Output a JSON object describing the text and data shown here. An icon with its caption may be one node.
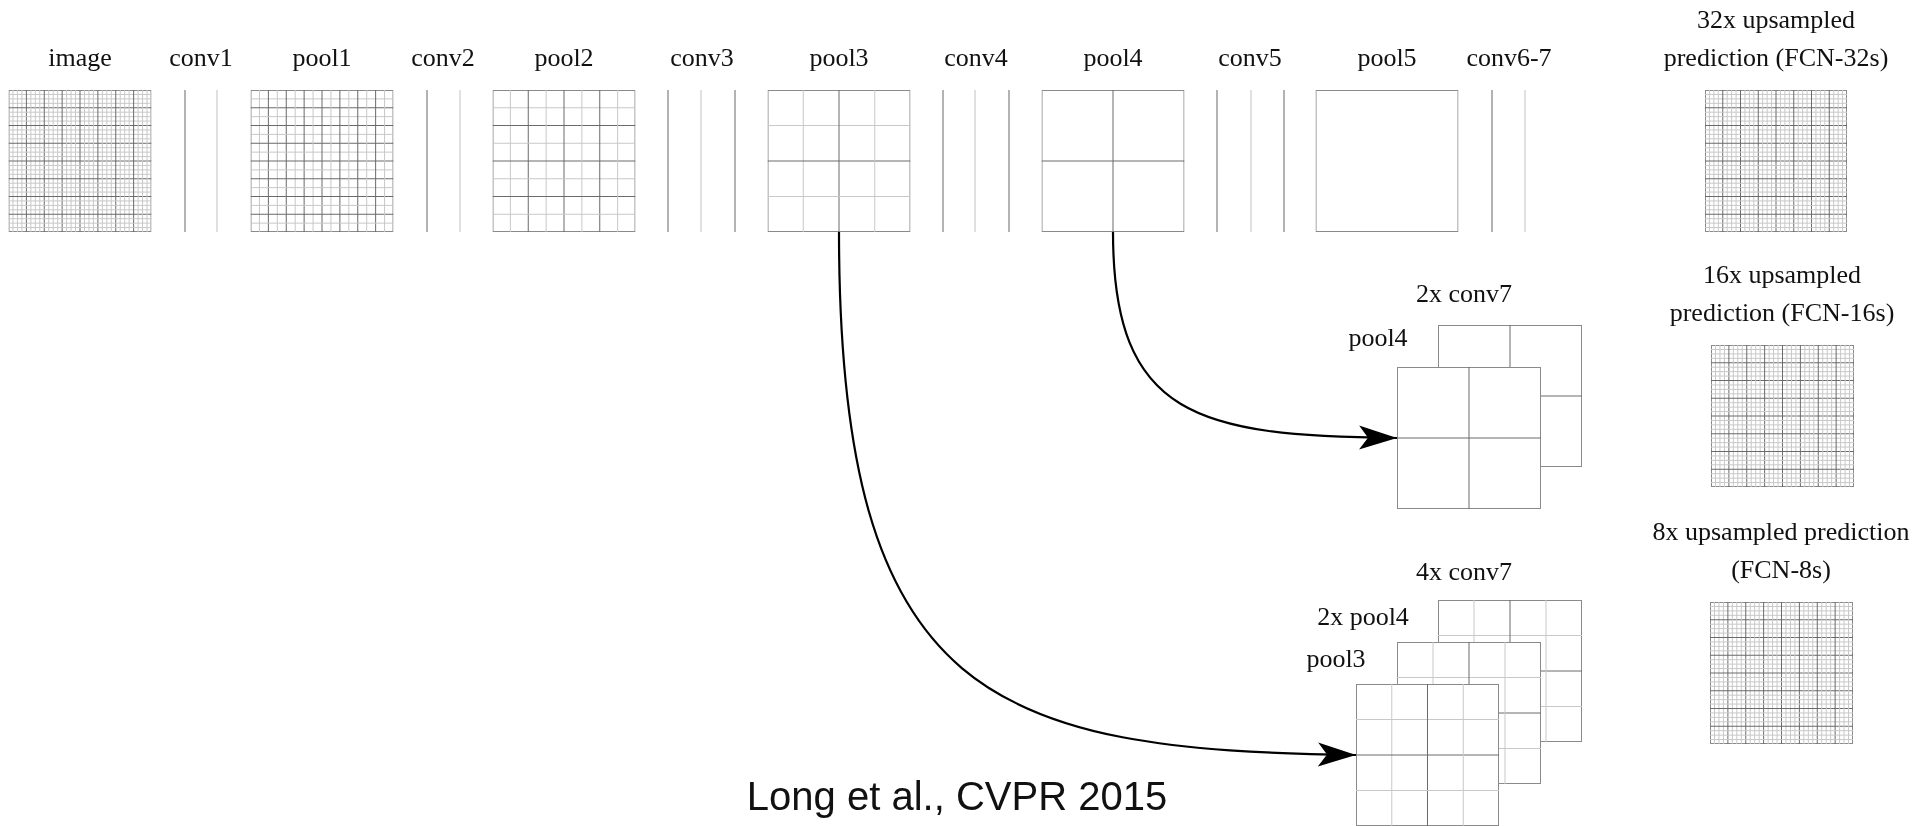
{
  "diagram": {
    "caption": "Long et al., CVPR 2015",
    "nodes": [
      {
        "text": [
          "image"
        ]
      },
      {
        "text": [
          "conv1"
        ]
      },
      {
        "text": [
          "pool1"
        ]
      },
      {
        "text": [
          "conv2"
        ]
      },
      {
        "text": [
          "pool2"
        ]
      },
      {
        "text": [
          "conv3"
        ]
      },
      {
        "text": [
          "pool3"
        ]
      },
      {
        "text": [
          "conv4"
        ]
      },
      {
        "text": [
          "pool4"
        ]
      },
      {
        "text": [
          "conv5"
        ]
      },
      {
        "text": [
          "pool5"
        ]
      },
      {
        "text": [
          "conv6-7"
        ]
      },
      {
        "text": [
          "32x upsampled prediction (FCN-32s)"
        ]
      },
      {
        "text": [
          "2x conv7"
        ]
      },
      {
        "text": [
          "pool4"
        ]
      },
      {
        "text": [
          "16x upsampled prediction (FCN-16s)"
        ]
      },
      {
        "text": [
          "4x conv7"
        ]
      },
      {
        "text": [
          "2x pool4"
        ]
      },
      {
        "text": [
          "pool3"
        ]
      },
      {
        "text": [
          "8x upsampled prediction (FCN-8s)"
        ]
      }
    ],
    "edges": [
      {
        "from": 6,
        "to": 18,
        "arrow": "to"
      },
      {
        "from": 8,
        "to": 14,
        "arrow": "to"
      }
    ]
  }
}
